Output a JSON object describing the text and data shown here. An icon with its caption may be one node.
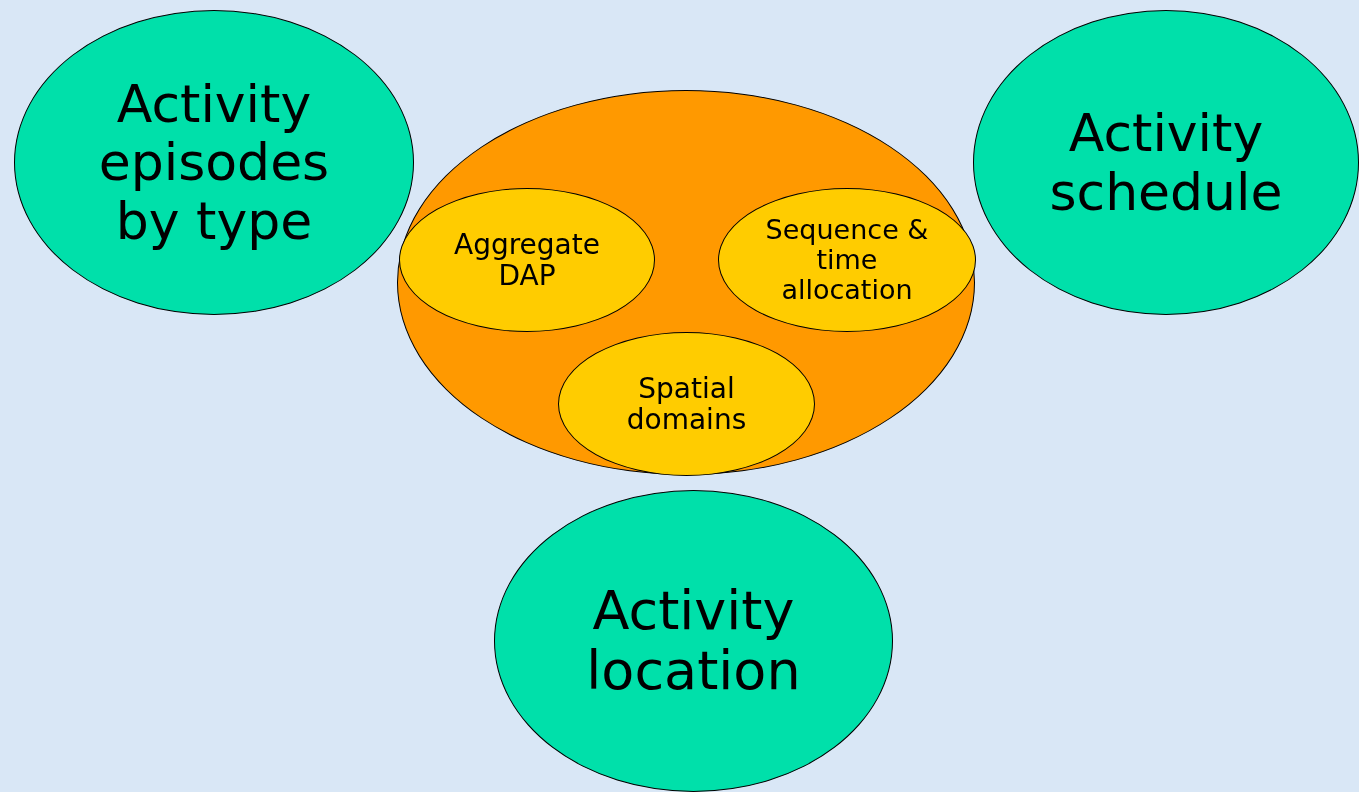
{
  "diagram": {
    "nodes": [
      {
        "text": [
          "Activity episodes by type"
        ]
      },
      {
        "text": [],
        "shape": "ellipse"
      },
      {
        "text": [
          "Aggregate DAP"
        ],
        "in": 1
      },
      {
        "text": [
          "Sequence & time allocation"
        ],
        "in": 1
      },
      {
        "text": [
          "Spatial domains"
        ],
        "in": 1
      },
      {
        "text": [
          "Activity schedule"
        ]
      },
      {
        "text": [
          "Activity location"
        ]
      }
    ]
  }
}
